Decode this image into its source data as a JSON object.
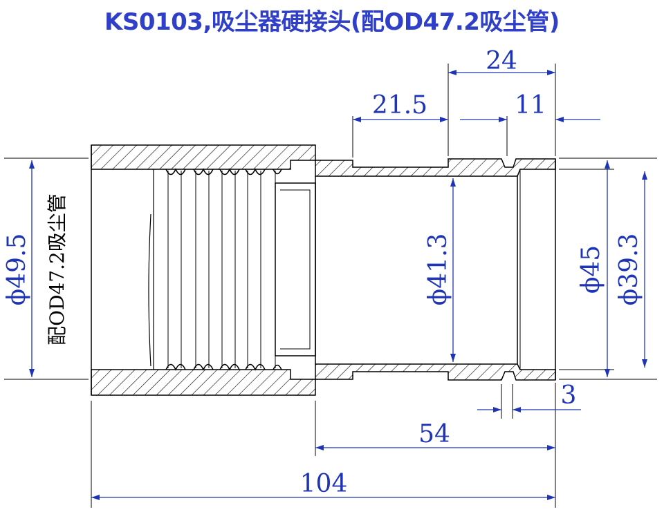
{
  "title": "KS0103,吸尘器硬接头(配OD47.2吸尘管)",
  "colors": {
    "title": "#2f3fc7",
    "dimension": "#1f34b5",
    "outline": "#000000",
    "hatch": "#000000",
    "note": "#000000"
  },
  "dimensions": {
    "top_overall": "24",
    "top_left": "21.5",
    "top_right": "11",
    "dia_outer": "ϕ49.5",
    "dia_bore": "ϕ41.3",
    "dia_end_outer": "ϕ45",
    "dia_end_inner": "ϕ39.3",
    "groove": "3",
    "length_tail": "54",
    "length_total": "104"
  },
  "note": "配OD47.2吸尘管"
}
